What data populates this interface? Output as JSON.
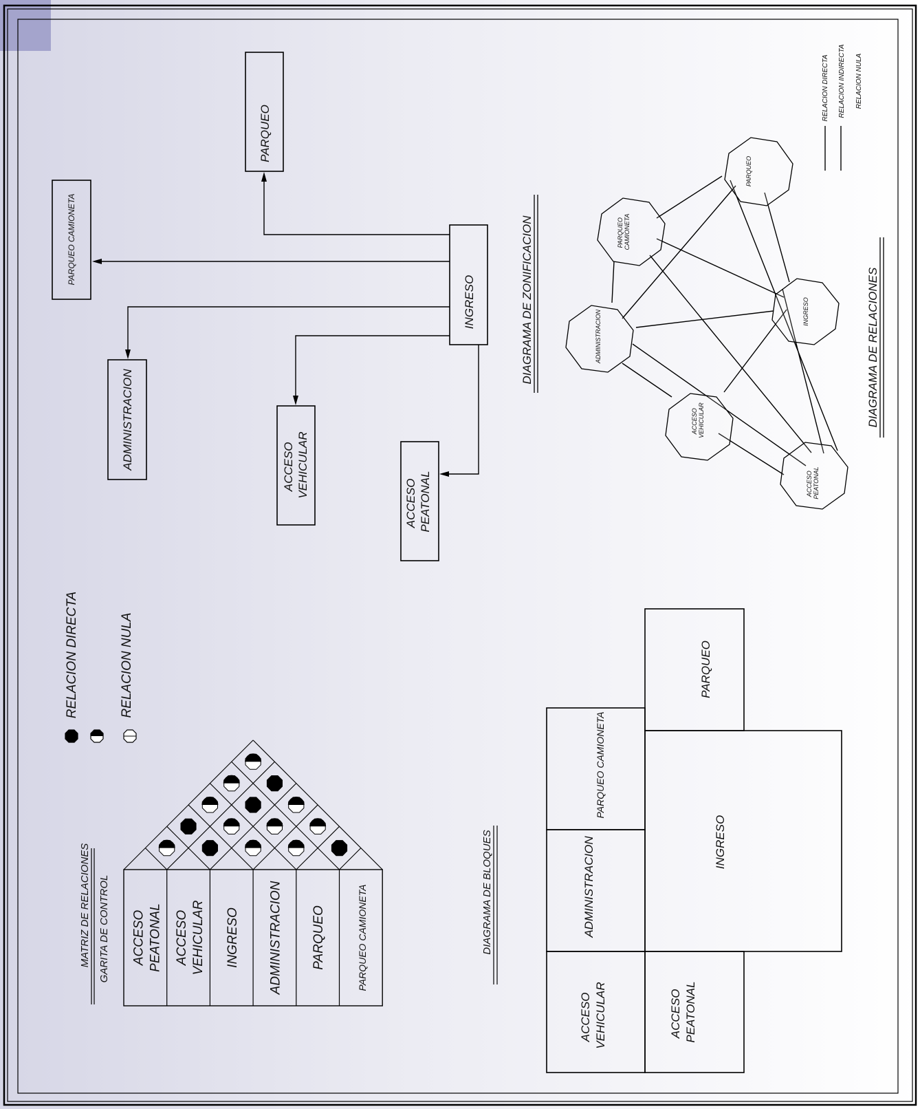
{
  "legend_top": {
    "directa": "RELACION DIRECTA",
    "nula": "RELACION NULA"
  },
  "matrix": {
    "title": "MATRIZ DE RELACIONES",
    "subtitle": "GARITA DE CONTROL",
    "rows": [
      "ACCESO\nPEATONAL",
      "ACCESO\nVEHICULAR",
      "INGRESO",
      "ADMINISTRACION",
      "PARQUEO",
      "PARQUEO CAMIONETA"
    ]
  },
  "flow": {
    "ingreso": "INGRESO",
    "parqueo": "PARQUEO",
    "parqueo_camioneta": "PARQUEO CAMIONETA",
    "administracion": "ADMINISTRACION",
    "acceso_vehicular": "ACCESO\nVEHICULAR",
    "acceso_peatonal": "ACCESO\nPEATONAL"
  },
  "zonificacion": {
    "title": "DIAGRAMA DE ZONIFICACION",
    "subtitle": "DIAGRAMA DE RELACIONES",
    "nodes": {
      "parqueo": "PARQUEO",
      "parqueo_camioneta": "PARQUEO\nCAMIONETA",
      "administracion": "ADMINISTRACION",
      "ingreso": "INGRESO",
      "acceso_vehicular": "ACCESO\nVEHICULAR",
      "acceso_peatonal": "ACCESO\nPEATONAL"
    },
    "legend": [
      "RELACION DIRECTA",
      "RELACION INDIRECTA",
      "RELACION NULA"
    ]
  },
  "bloques": {
    "title": "DIAGRAMA DE BLOQUES",
    "parqueo": "PARQUEO",
    "parqueo_camioneta": "PARQUEO CAMIONETA",
    "ingreso": "INGRESO",
    "administracion": "ADMINISTRACION",
    "acceso_vehicular": "ACCESO\nVEHICULAR",
    "acceso_peatonal": "ACCESO\nPEATONAL"
  }
}
